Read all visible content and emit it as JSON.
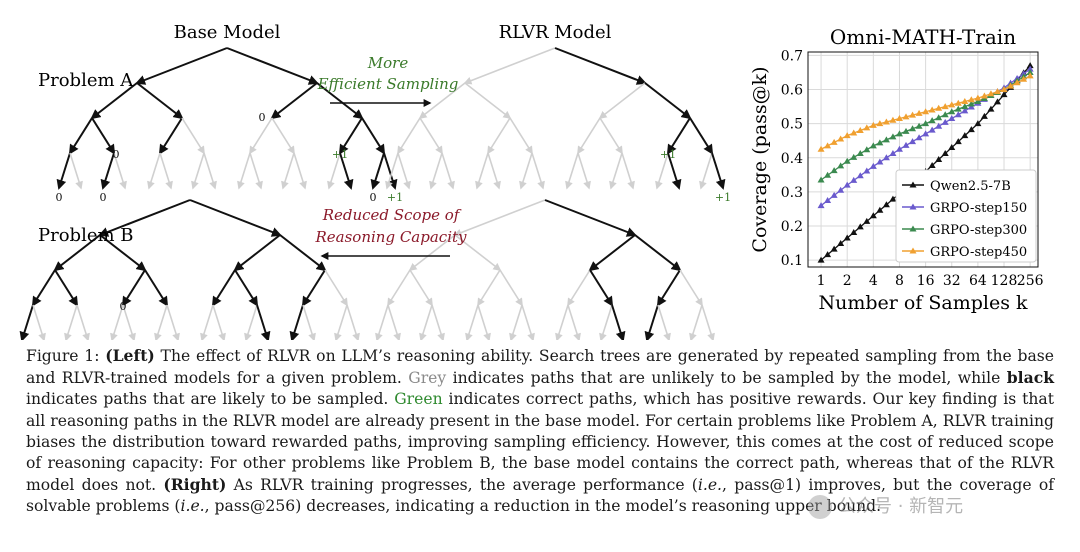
{
  "left_panel": {
    "titles": {
      "base_model": "Base Model",
      "rlvr_model": "RLVR Model"
    },
    "problem_labels": {
      "a": "Problem A",
      "b": "Problem B"
    },
    "arrow_labels": {
      "top_line1": "More",
      "top_line2": "Efficient Sampling",
      "bottom_line1": "Reduced Scope of",
      "bottom_line2": "Reasoning Capacity"
    },
    "reward_labels": {
      "zero": "0",
      "plus_one": "+1"
    },
    "colors": {
      "black": "#111111",
      "grey": "#d0d0d0",
      "green": "#3a7a2a",
      "red": "#8b1a2a"
    }
  },
  "chart_data": {
    "type": "line",
    "title": "Omni-MATH-Train",
    "xlabel": "Number of Samples k",
    "ylabel": "Coverage (pass@k)",
    "x_scale": "log2",
    "x_ticks": [
      "1",
      "2",
      "4",
      "8",
      "16",
      "32",
      "64",
      "128",
      "256"
    ],
    "y_ticks": [
      "0.1",
      "0.2",
      "0.3",
      "0.4",
      "0.5",
      "0.6",
      "0.7"
    ],
    "ylim": [
      0.08,
      0.71
    ],
    "grid": true,
    "legend_position": "lower-right",
    "x": [
      1,
      2,
      4,
      8,
      16,
      32,
      64,
      128,
      256
    ],
    "series": [
      {
        "name": "Qwen2.5-7B",
        "color": "#111111",
        "values": [
          0.1,
          0.165,
          0.23,
          0.295,
          0.36,
          0.43,
          0.5,
          0.585,
          0.67
        ]
      },
      {
        "name": "GRPO-step150",
        "color": "#6a5acd",
        "values": [
          0.26,
          0.32,
          0.375,
          0.425,
          0.47,
          0.515,
          0.56,
          0.605,
          0.66
        ]
      },
      {
        "name": "GRPO-step300",
        "color": "#3b8a4f",
        "values": [
          0.335,
          0.39,
          0.435,
          0.47,
          0.5,
          0.535,
          0.565,
          0.6,
          0.65
        ]
      },
      {
        "name": "GRPO-step450",
        "color": "#f0a030",
        "values": [
          0.425,
          0.465,
          0.495,
          0.515,
          0.535,
          0.555,
          0.575,
          0.6,
          0.64
        ]
      }
    ]
  },
  "caption": {
    "s1": "Figure 1: ",
    "s2": "(Left)",
    "s3": " The effect of RLVR on LLM’s reasoning ability. Search trees are generated by repeated sampling from the base and RLVR-trained models for a given problem. ",
    "s4": "Grey",
    "s5": " indicates paths that are unlikely to be sampled by the model, while ",
    "s6": "black",
    "s7": " indicates paths that are likely to be sampled. ",
    "s8": "Green",
    "s9": " indicates correct paths, which has positive rewards. Our key finding is that all reasoning paths in the RLVR model are already present in the base model. For certain problems like Problem A, RLVR training biases the distribution toward rewarded paths, improving sampling efficiency. However, this comes at the cost of reduced scope of reasoning capacity: For other problems like Problem B, the base model contains the correct path, whereas that of the RLVR model does not. ",
    "s10": "(Right)",
    "s11": " As RLVR training progresses, the average performance (",
    "s12": "i.e.",
    "s13": ", pass@1) improves, but the coverage of solvable problems (",
    "s14": "i.e.",
    "s15": ", pass@256) decreases, indicating a reduction in the model’s reasoning upper bound."
  },
  "watermark": {
    "text": "公众号 · 新智元"
  }
}
